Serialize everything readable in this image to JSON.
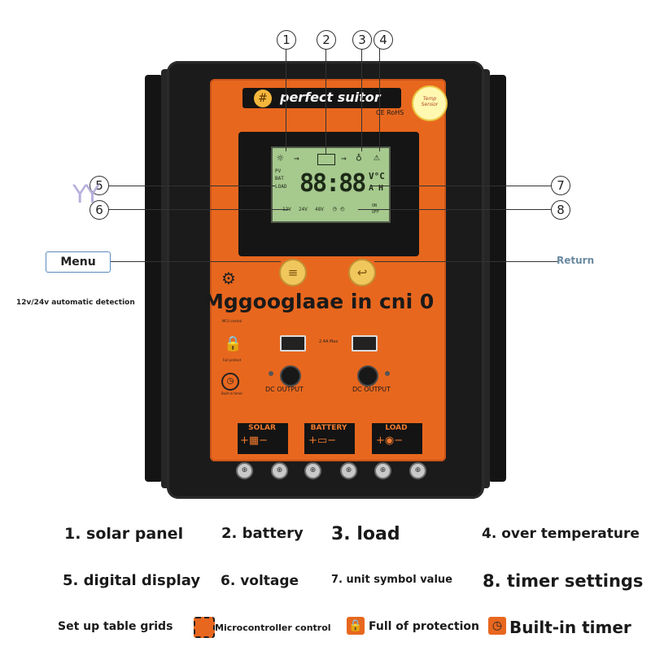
{
  "brand": {
    "name": "perfect suitor",
    "marks": "CE RoHS",
    "sensor_line1": "Temp",
    "sensor_line2": "Sensor"
  },
  "callouts": [
    "1",
    "2",
    "3",
    "4",
    "5",
    "6",
    "7",
    "8"
  ],
  "lcd": {
    "pv": "PV",
    "bat": "BAT",
    "load": "LOAD",
    "digits": "88:88",
    "unit1": "V°C",
    "unit2": "A H",
    "volt12": "12V",
    "volt24": "24V",
    "volt48": "48V",
    "on": "ON",
    "off": "OFF"
  },
  "buttons": {
    "menu": "Menu",
    "return": "Return"
  },
  "side_note": "12v/24v automatic detection",
  "overlay_text": "Mggooglaae in cni 0",
  "watermark": "YY",
  "usb": {
    "rating": "2.4A Max"
  },
  "left_icons": {
    "mcu": "MCU control",
    "protect": "Full protect",
    "timer": "Built-in timer"
  },
  "dc": {
    "left": "DC OUTPUT",
    "right": "DC OUTPUT"
  },
  "terminals": {
    "solar": "SOLAR",
    "battery": "BATTERY",
    "load": "LOAD"
  },
  "features": {
    "f1": "1. solar panel",
    "f2": "2. battery",
    "f3": "3. load",
    "f4": "4. over temperature",
    "f5": "5. digital display",
    "f6": "6. voltage",
    "f7": "7. unit symbol value",
    "f8": "8. timer settings"
  },
  "legend": {
    "grids": "Set up table grids",
    "mcu": "Microcontroller control",
    "protection": "Full of protection",
    "timer": "Built-in timer"
  },
  "colors": {
    "face": "#e8671e",
    "frame": "#1b1b1b",
    "lcd": "#a6c98e",
    "accent": "#f07a2e"
  }
}
